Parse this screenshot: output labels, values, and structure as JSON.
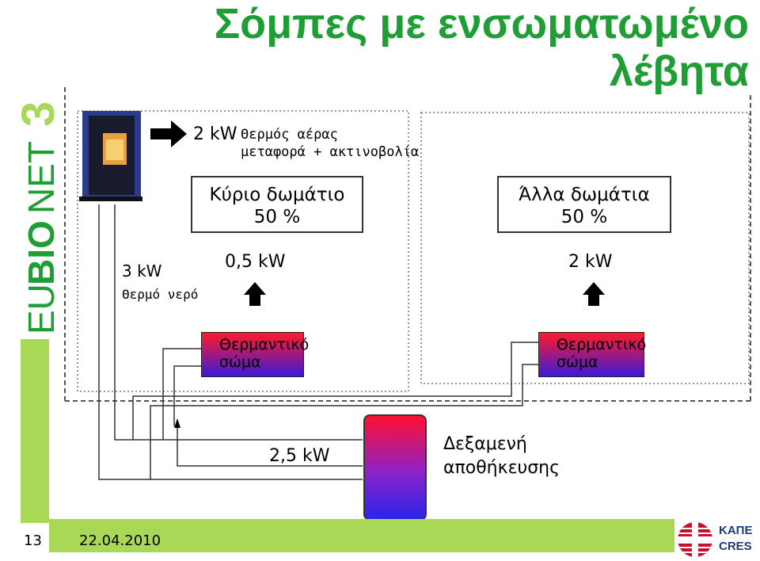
{
  "title": {
    "line1": "Σόμπες με ενσωματωμένο",
    "line2": "λέβητα"
  },
  "logo": {
    "text": "EUBIONET3",
    "brand_color": "#1f9e35"
  },
  "stove_output": {
    "power": "2 kW",
    "label_line1": "Θερμός αέρας",
    "label_line2": "μεταφορά + ακτινοβολία"
  },
  "water_output": {
    "power": "3 kW",
    "label": "Θερμό νερό"
  },
  "main_room": {
    "name": "Κύριο δωμάτιο",
    "percent": "50 %",
    "power": "0,5 kW",
    "radiator_line1": "Θερμαντικό",
    "radiator_line2": "σώμα"
  },
  "other_rooms": {
    "name": "Άλλα δωμάτια",
    "percent": "50 %",
    "power": "2 kW",
    "radiator_line1": "Θερμαντικό",
    "radiator_line2": "σώμα"
  },
  "storage": {
    "power": "2,5 kW",
    "label_line1": "Δεξαμενή",
    "label_line2": "αποθήκευσης"
  },
  "footer": {
    "slide_number": "13",
    "date": "22.04.2010",
    "org_logo": "ΚΑΠΕ",
    "org_logo2": "CRES"
  },
  "colors": {
    "accent_green": "#a8d856",
    "radiator_top": "#ff1a2a",
    "radiator_bottom": "#3b1ad8"
  }
}
